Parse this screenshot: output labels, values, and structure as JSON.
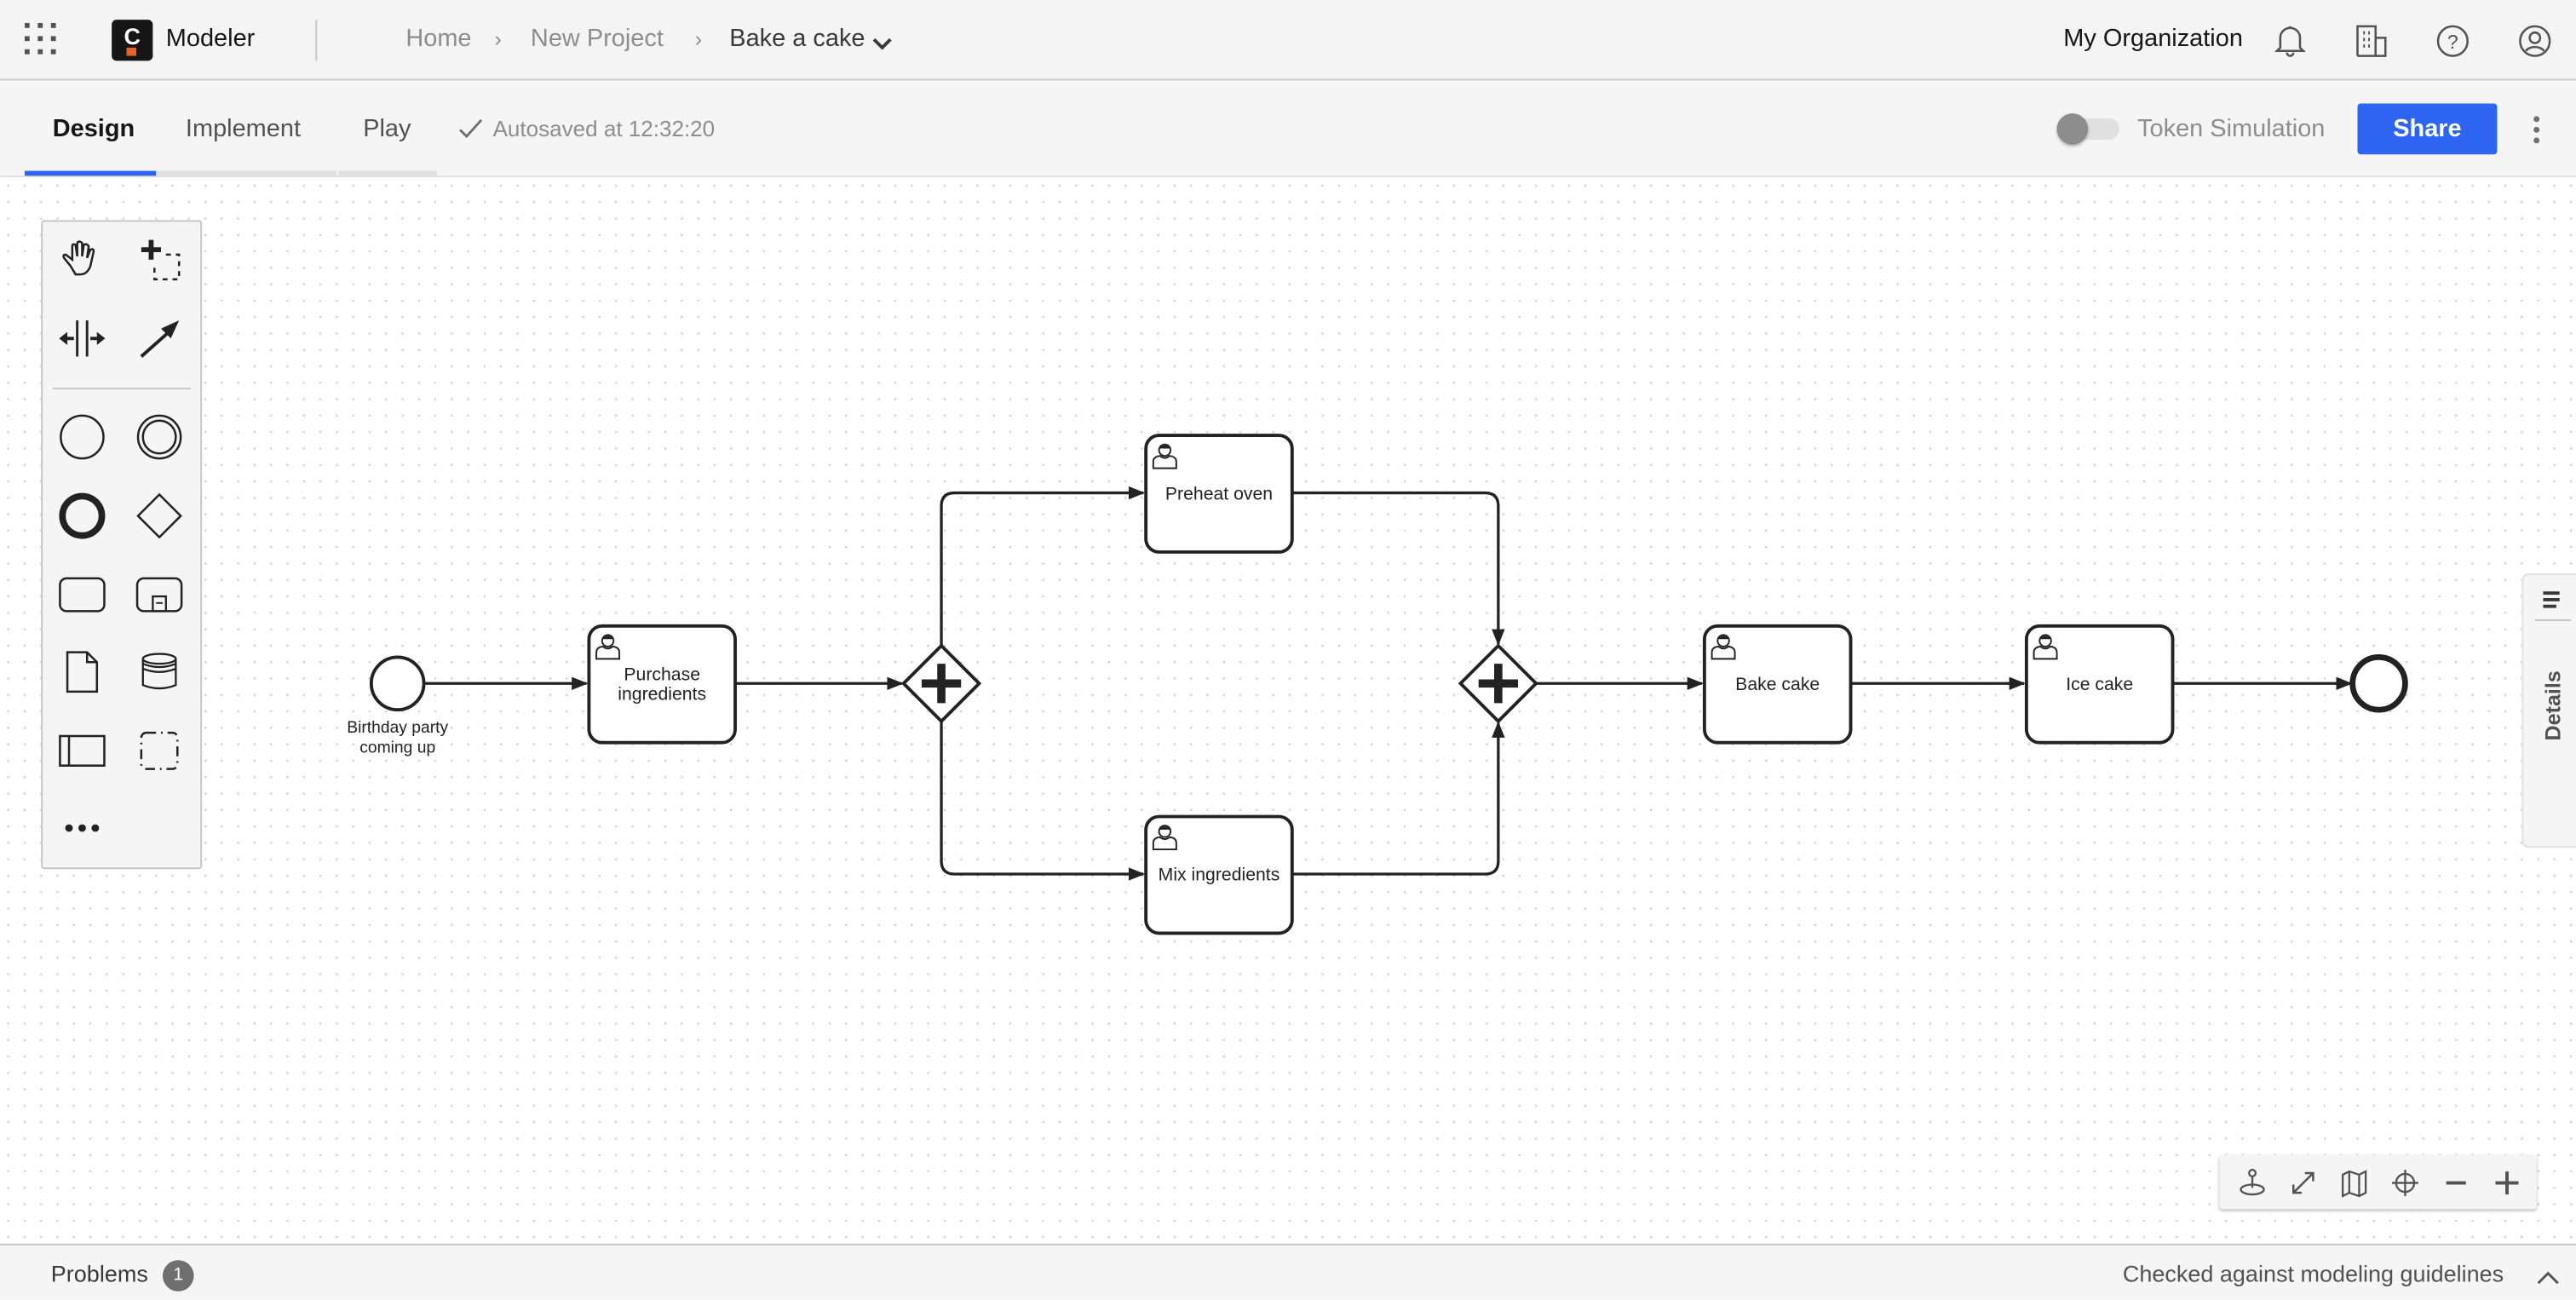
{
  "header": {
    "app_name": "Modeler",
    "logo_letter": "C",
    "breadcrumb": [
      "Home",
      "New Project",
      "Bake a cake"
    ],
    "organization": "My Organization"
  },
  "tabs": {
    "items": [
      {
        "label": "Design",
        "active": true
      },
      {
        "label": "Implement"
      },
      {
        "label": "Play"
      }
    ],
    "autosave": "Autosaved at 12:32:20",
    "token_simulation": {
      "label": "Token Simulation",
      "on": false
    },
    "share_label": "Share"
  },
  "palette": [
    "hand-tool",
    "lasso-tool",
    "space-tool",
    "connect-tool",
    "start-event",
    "intermediate-event",
    "end-event",
    "gateway",
    "task",
    "subprocess",
    "data-object",
    "data-store",
    "pool",
    "group",
    "more"
  ],
  "diagram": {
    "start_event": {
      "label": "Birthday party coming up"
    },
    "tasks": {
      "purchase": "Purchase ingredients",
      "preheat": "Preheat oven",
      "mix": "Mix ingredients",
      "bake": "Bake cake",
      "ice": "Ice cake"
    },
    "gateways": [
      "parallel",
      "parallel"
    ]
  },
  "details_panel": {
    "label": "Details"
  },
  "bottom": {
    "problems_label": "Problems",
    "problems_count": "1",
    "status": "Checked against modeling guidelines"
  },
  "colors": {
    "accent": "#2d64f2",
    "logo_orange": "#e5632c"
  }
}
